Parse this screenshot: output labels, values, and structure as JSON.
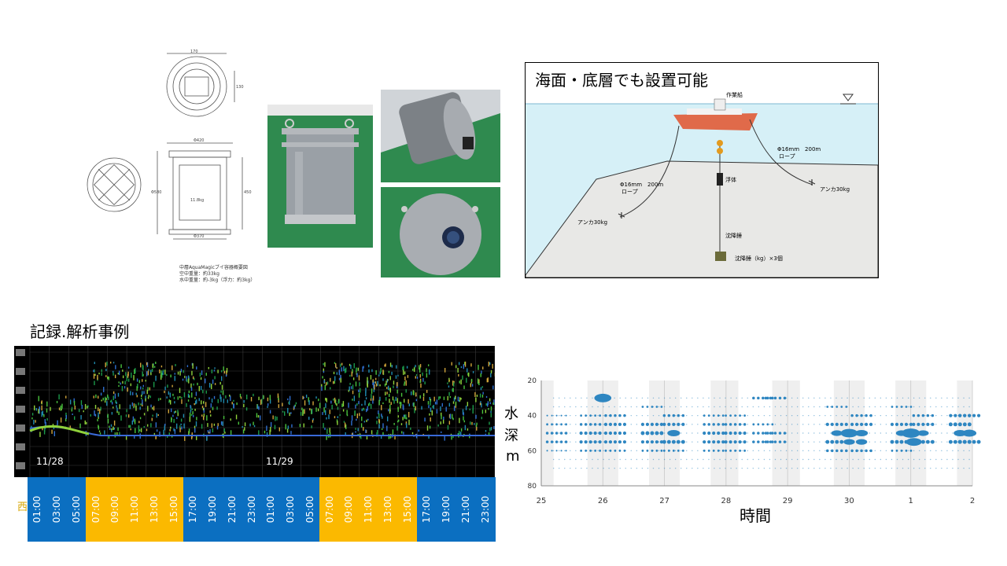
{
  "drawing": {
    "dims": [
      "170",
      "130",
      "Φ420",
      "Φ370",
      "Φ580",
      "450",
      "11.8kg"
    ],
    "caption": [
      "中層AquaMagicブイ容器概要図",
      "空中重量：約33kg",
      "水中重量：約-3kg（浮力：約3kg）"
    ]
  },
  "deployment": {
    "title": "海面・底層でも設置可能",
    "labels": {
      "boat": "作業船",
      "rope_right": "Φ16mm　200m",
      "rope_right_unit": "ロープ",
      "rope_left": "Φ16mm　200m",
      "rope_left_unit": "ロープ",
      "anchor_right": "アンカ30kg",
      "anchor_left": "アンカ30kg",
      "float": "浮体",
      "sub": "沈降錘",
      "bottom": "沈降錘（kg）×3個"
    }
  },
  "section_title": "記録.解析事例",
  "echogram": {
    "dates": [
      "11/28",
      "11/29"
    ]
  },
  "timebar": {
    "row_label": "西",
    "colors": {
      "night": "#0b6fc1",
      "day": "#fbb900"
    },
    "segments": [
      {
        "type": "night",
        "count": 3
      },
      {
        "type": "day",
        "count": 5
      },
      {
        "type": "night",
        "count": 7
      },
      {
        "type": "day",
        "count": 5
      },
      {
        "type": "night",
        "count": 4
      }
    ],
    "ticks": [
      "01:00",
      "03:00",
      "05:00",
      "07:00",
      "09:00",
      "11:00",
      "13:00",
      "15:00",
      "17:00",
      "19:00",
      "21:00",
      "23:00",
      "01:00",
      "03:00",
      "05:00",
      "07:00",
      "09:00",
      "11:00",
      "13:00",
      "15:00",
      "17:00",
      "19:00",
      "21:00",
      "23:00"
    ]
  },
  "chart_data": {
    "type": "scatter",
    "title": "",
    "xlabel": "時間",
    "ylabel": "水深m",
    "ylabel_chars": [
      "水",
      "深",
      "m"
    ],
    "x_ticks": [
      "25",
      "26",
      "27",
      "28",
      "29",
      "30",
      "1",
      "2"
    ],
    "y_ticks": [
      "20",
      "40",
      "60",
      "80"
    ],
    "ylim": [
      20,
      80
    ],
    "y_inverted": true,
    "color": "#2e86c1",
    "night_bands": [
      [
        25.0,
        25.2
      ],
      [
        25.75,
        26.25
      ],
      [
        26.75,
        27.25
      ],
      [
        27.75,
        28.2
      ],
      [
        28.75,
        29.2
      ],
      [
        29.75,
        30.25
      ],
      [
        30.75,
        31.25
      ],
      [
        31.75,
        32.0
      ]
    ],
    "points": [
      {
        "x": 26.0,
        "y": 30,
        "size": 6
      },
      {
        "x": 25.25,
        "y": 40,
        "size": 1.5
      },
      {
        "x": 25.25,
        "y": 45,
        "size": 2
      },
      {
        "x": 25.25,
        "y": 50,
        "size": 2.5
      },
      {
        "x": 25.25,
        "y": 55,
        "size": 2.5
      },
      {
        "x": 25.25,
        "y": 60,
        "size": 1.5
      },
      {
        "x": 25.8,
        "y": 40,
        "size": 2
      },
      {
        "x": 25.8,
        "y": 45,
        "size": 2.5
      },
      {
        "x": 25.8,
        "y": 50,
        "size": 3
      },
      {
        "x": 25.8,
        "y": 55,
        "size": 3
      },
      {
        "x": 25.8,
        "y": 60,
        "size": 2
      },
      {
        "x": 26.2,
        "y": 40,
        "size": 2.5
      },
      {
        "x": 26.2,
        "y": 45,
        "size": 3
      },
      {
        "x": 26.2,
        "y": 50,
        "size": 3
      },
      {
        "x": 26.2,
        "y": 55,
        "size": 3
      },
      {
        "x": 26.2,
        "y": 60,
        "size": 2
      },
      {
        "x": 26.8,
        "y": 35,
        "size": 2
      },
      {
        "x": 26.8,
        "y": 45,
        "size": 3
      },
      {
        "x": 26.8,
        "y": 50,
        "size": 3.5
      },
      {
        "x": 26.8,
        "y": 55,
        "size": 3
      },
      {
        "x": 26.8,
        "y": 60,
        "size": 2
      },
      {
        "x": 27.15,
        "y": 40,
        "size": 2.5
      },
      {
        "x": 27.15,
        "y": 45,
        "size": 3
      },
      {
        "x": 27.15,
        "y": 50,
        "size": 4.5
      },
      {
        "x": 27.15,
        "y": 55,
        "size": 3.5
      },
      {
        "x": 27.15,
        "y": 60,
        "size": 2
      },
      {
        "x": 27.8,
        "y": 40,
        "size": 2
      },
      {
        "x": 27.8,
        "y": 45,
        "size": 2.5
      },
      {
        "x": 27.8,
        "y": 50,
        "size": 3
      },
      {
        "x": 27.8,
        "y": 55,
        "size": 3
      },
      {
        "x": 27.8,
        "y": 60,
        "size": 2
      },
      {
        "x": 28.15,
        "y": 40,
        "size": 2
      },
      {
        "x": 28.15,
        "y": 45,
        "size": 2.5
      },
      {
        "x": 28.15,
        "y": 50,
        "size": 3
      },
      {
        "x": 28.15,
        "y": 55,
        "size": 3
      },
      {
        "x": 28.15,
        "y": 60,
        "size": 2
      },
      {
        "x": 28.6,
        "y": 30,
        "size": 2.5
      },
      {
        "x": 28.6,
        "y": 45,
        "size": 2
      },
      {
        "x": 28.6,
        "y": 50,
        "size": 2.5
      },
      {
        "x": 28.6,
        "y": 55,
        "size": 2.5
      },
      {
        "x": 28.8,
        "y": 30,
        "size": 2.5
      },
      {
        "x": 28.8,
        "y": 50,
        "size": 2.5
      },
      {
        "x": 28.8,
        "y": 55,
        "size": 2.5
      },
      {
        "x": 29.8,
        "y": 35,
        "size": 2
      },
      {
        "x": 29.8,
        "y": 45,
        "size": 3
      },
      {
        "x": 29.8,
        "y": 50,
        "size": 4
      },
      {
        "x": 29.8,
        "y": 55,
        "size": 3.5
      },
      {
        "x": 29.8,
        "y": 60,
        "size": 2.5
      },
      {
        "x": 30.0,
        "y": 50,
        "size": 6
      },
      {
        "x": 30.0,
        "y": 55,
        "size": 4
      },
      {
        "x": 30.2,
        "y": 40,
        "size": 2.5
      },
      {
        "x": 30.2,
        "y": 45,
        "size": 3
      },
      {
        "x": 30.2,
        "y": 50,
        "size": 4.5
      },
      {
        "x": 30.2,
        "y": 55,
        "size": 4
      },
      {
        "x": 30.2,
        "y": 60,
        "size": 2.5
      },
      {
        "x": 30.85,
        "y": 35,
        "size": 2
      },
      {
        "x": 30.85,
        "y": 45,
        "size": 3
      },
      {
        "x": 30.85,
        "y": 50,
        "size": 4
      },
      {
        "x": 30.85,
        "y": 55,
        "size": 3.5
      },
      {
        "x": 30.85,
        "y": 60,
        "size": 2
      },
      {
        "x": 31.0,
        "y": 50,
        "size": 6.5
      },
      {
        "x": 31.05,
        "y": 55,
        "size": 5.5
      },
      {
        "x": 31.2,
        "y": 40,
        "size": 2.5
      },
      {
        "x": 31.2,
        "y": 45,
        "size": 3
      },
      {
        "x": 31.2,
        "y": 50,
        "size": 4
      },
      {
        "x": 31.2,
        "y": 55,
        "size": 3.5
      },
      {
        "x": 31.8,
        "y": 40,
        "size": 3
      },
      {
        "x": 31.8,
        "y": 45,
        "size": 3.5
      },
      {
        "x": 31.8,
        "y": 50,
        "size": 4.5
      },
      {
        "x": 31.8,
        "y": 55,
        "size": 3.5
      },
      {
        "x": 31.95,
        "y": 40,
        "size": 3
      },
      {
        "x": 31.95,
        "y": 50,
        "size": 5
      },
      {
        "x": 31.95,
        "y": 55,
        "size": 3.5
      }
    ]
  }
}
